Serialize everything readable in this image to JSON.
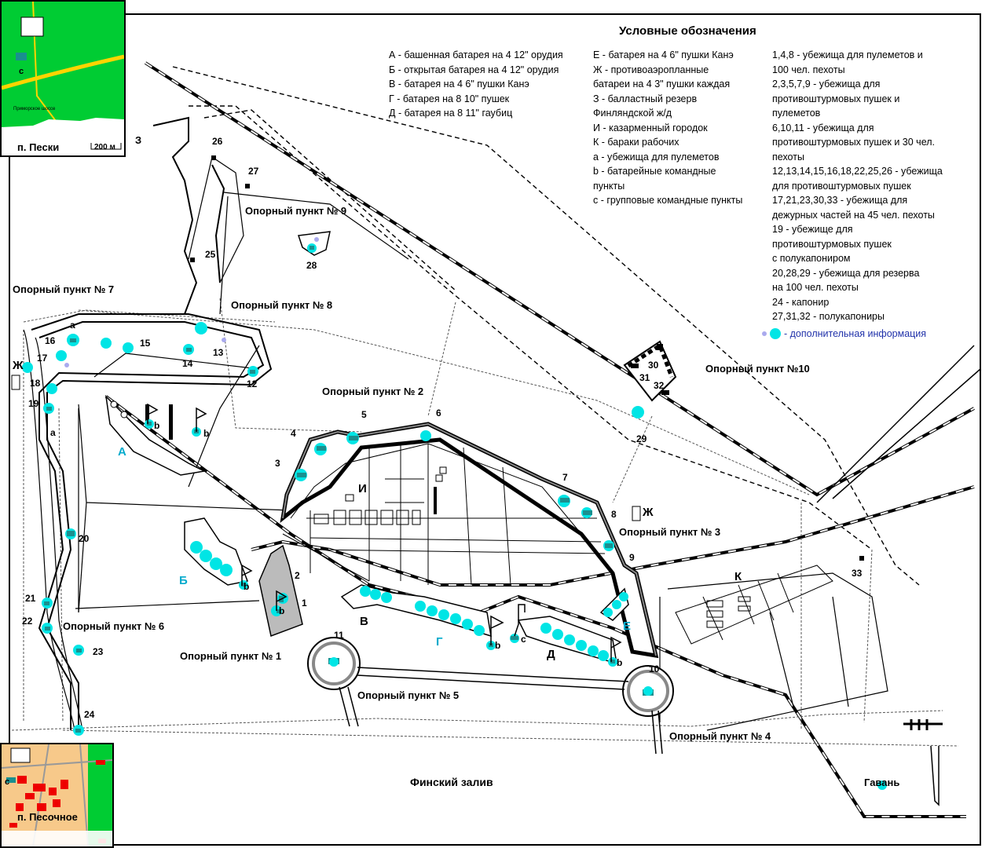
{
  "legend": {
    "title": "Условные обозначения",
    "col1": [
      "А - башенная батарея на 4 12\" орудия",
      "Б - открытая батарея на 4 12\" орудия",
      "В - батарея на 4 6\" пушки Канэ",
      "Г - батарея на 8 10\" пушек",
      "Д - батарея на 8 11\" гаубиц"
    ],
    "col2": [
      "Е - батарея на 4 6\" пушки Канэ",
      "Ж - противоаэропланные",
      "батареи на 4 3\" пушки каждая",
      "З - балластный резерв",
      "Финляндской ж/д",
      "И - казарменный городок",
      "К - бараки рабочих",
      "a - убежища для пулеметов",
      "b - батарейные командные",
      "пункты",
      "c - групповые командные пункты"
    ],
    "col3": [
      "1,4,8 - убежища для пулеметов и",
      "100 чел. пехоты",
      "2,3,5,7,9 - убежища для",
      "противоштурмовых пушек и",
      "пулеметов",
      "6,10,11 - убежища для",
      "противоштурмовых пушек и 30 чел.",
      "пехоты",
      "12,13,14,15,16,18,22,25,26 - убежища",
      "для противоштурмовых пушек",
      "17,21,23,30,33 - убежища для",
      "дежурных частей на 45 чел. пехоты",
      "19 - убежище для",
      "противоштурмовых пушек",
      "с полукапониром",
      "20,28,29 - убежища для резерва",
      "на 100 чел. пехоты",
      "24 - капонир",
      "27,31,32 - полукапониры"
    ],
    "info": "- дополнительная информация"
  },
  "strongpoints": {
    "p1": "Опорный пункт № 1",
    "p2": "Опорный пункт № 2",
    "p3": "Опорный пункт № 3",
    "p4": "Опорный пункт № 4",
    "p5": "Опорный пункт № 5",
    "p6": "Опорный пункт № 6",
    "p7": "Опорный пункт № 7",
    "p8": "Опорный пункт № 8",
    "p9": "Опорный пункт № 9",
    "p10": "Опорный пункт №10"
  },
  "places": {
    "gulf": "Финский залив",
    "harbor": "Гавань",
    "z_mark": "З"
  },
  "letters": {
    "A": "А",
    "B": "Б",
    "V": "В",
    "G": "Г",
    "D": "Д",
    "E": "Е",
    "Zh": "Ж",
    "I": "И",
    "K": "К"
  },
  "nums": {
    "n1": "1",
    "n2": "2",
    "n3": "3",
    "n4": "4",
    "n5": "5",
    "n6": "6",
    "n7": "7",
    "n8": "8",
    "n9": "9",
    "n10": "10",
    "n11": "11",
    "n12": "12",
    "n13": "13",
    "n14": "14",
    "n15": "15",
    "n16": "16",
    "n17": "17",
    "n18": "18",
    "n19": "19",
    "n20": "20",
    "n21": "21",
    "n22": "22",
    "n23": "23",
    "n24": "24",
    "n25": "25",
    "n26": "26",
    "n27": "27",
    "n28": "28",
    "n29": "29",
    "n30": "30",
    "n31": "31",
    "n32": "32",
    "n33": "33"
  },
  "marks": {
    "a": "a",
    "b": "b",
    "c": "c"
  },
  "inset_top": {
    "town": "п. Пески",
    "scale": "200 м",
    "road": "Приморское шоссе",
    "mark": "c"
  },
  "inset_bottom": {
    "town": "п. Песочное",
    "mark": "c"
  },
  "colors": {
    "cyan": "#00e5e5",
    "teal": "#1a8f8f",
    "green": "#00cc33",
    "yellow": "#ffd400",
    "sand": "#f7c98a",
    "red": "#ee0000",
    "blue_text": "#2233aa"
  }
}
